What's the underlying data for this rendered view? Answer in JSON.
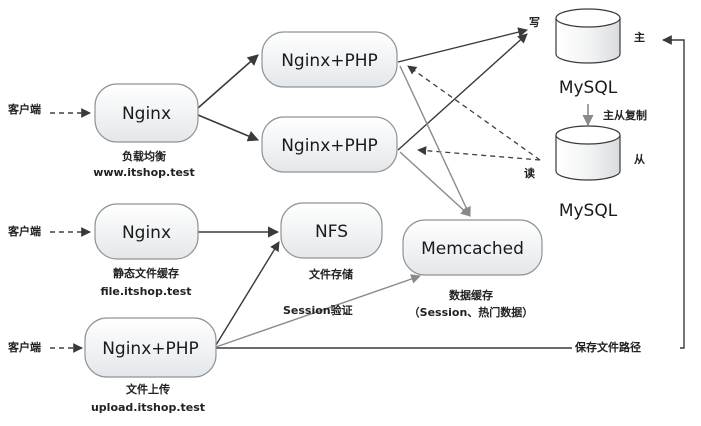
{
  "clients": [
    "客户端",
    "客户端",
    "客户端"
  ],
  "nodes": {
    "lb": {
      "label": "Nginx",
      "caption": "负载均衡",
      "sub": "www.itshop.test"
    },
    "app1": {
      "label": "Nginx+PHP"
    },
    "app2": {
      "label": "Nginx+PHP"
    },
    "static": {
      "label": "Nginx",
      "caption": "静态文件缓存",
      "sub": "file.itshop.test"
    },
    "nfs": {
      "label": "NFS",
      "caption": "文件存储"
    },
    "memcached": {
      "label": "Memcached",
      "caption": "数据缓存",
      "sub": "（Session、热门数据）"
    },
    "upload": {
      "label": "Nginx+PHP",
      "caption": "文件上传",
      "sub": "upload.itshop.test"
    }
  },
  "mysql": {
    "master": {
      "label": "MySQL",
      "role": "主"
    },
    "slave": {
      "label": "MySQL",
      "role": "从"
    },
    "replication": "主从复制"
  },
  "edge_labels": {
    "write": "写",
    "read": "读",
    "session": "Session验证",
    "save_path": "保存文件路径"
  },
  "colors": {
    "node_fill": "#e9ecef",
    "node_stroke": "#8f9498",
    "arrow_dark": "#404040",
    "arrow_gray": "#8a8a8a"
  }
}
